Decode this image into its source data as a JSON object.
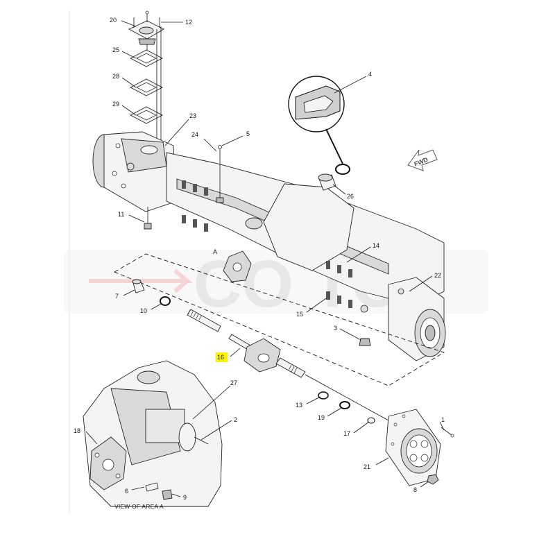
{
  "diagram": {
    "watermark": "CO TO",
    "fwd_label": "FWD",
    "area_marker": "A",
    "inset_caption": "VIEW OF AREA A",
    "highlight_color": "#fff200",
    "callouts": [
      {
        "id": "c20",
        "text": "20"
      },
      {
        "id": "c12",
        "text": "12"
      },
      {
        "id": "c25",
        "text": "25"
      },
      {
        "id": "c28",
        "text": "28"
      },
      {
        "id": "c29",
        "text": "29"
      },
      {
        "id": "c23",
        "text": "23"
      },
      {
        "id": "c24",
        "text": "24"
      },
      {
        "id": "c5",
        "text": "5"
      },
      {
        "id": "c4",
        "text": "4"
      },
      {
        "id": "c26",
        "text": "26"
      },
      {
        "id": "c11",
        "text": "11"
      },
      {
        "id": "c14",
        "text": "14"
      },
      {
        "id": "c22",
        "text": "22"
      },
      {
        "id": "c7",
        "text": "7"
      },
      {
        "id": "c10",
        "text": "10"
      },
      {
        "id": "c15",
        "text": "15"
      },
      {
        "id": "c3",
        "text": "3"
      },
      {
        "id": "c16",
        "text": "16",
        "highlighted": true
      },
      {
        "id": "c27",
        "text": "27"
      },
      {
        "id": "c13",
        "text": "13"
      },
      {
        "id": "c2",
        "text": "2"
      },
      {
        "id": "c19",
        "text": "19"
      },
      {
        "id": "c1",
        "text": "1"
      },
      {
        "id": "c17",
        "text": "17"
      },
      {
        "id": "c18",
        "text": "18"
      },
      {
        "id": "c21",
        "text": "21"
      },
      {
        "id": "c6",
        "text": "6"
      },
      {
        "id": "c9",
        "text": "9"
      },
      {
        "id": "c8",
        "text": "8"
      }
    ]
  }
}
